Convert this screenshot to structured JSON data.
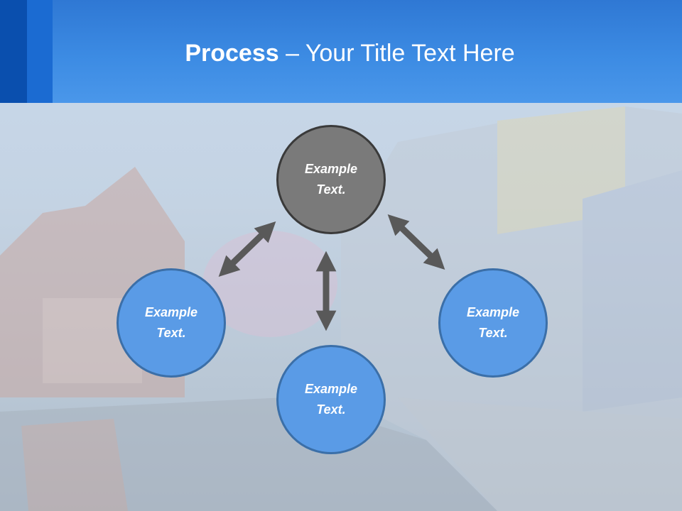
{
  "slide": {
    "title_bold": "Process",
    "title_dash": " – ",
    "title_rest": "Your Title Text Here"
  },
  "diagram": {
    "nodes": [
      {
        "id": "top",
        "label": "Example\nText.",
        "style": "gray"
      },
      {
        "id": "left",
        "label": "Example\nText.",
        "style": "blue"
      },
      {
        "id": "bottom",
        "label": "Example\nText.",
        "style": "blue"
      },
      {
        "id": "right",
        "label": "Example\nText.",
        "style": "blue"
      }
    ],
    "connectors": [
      "top-left",
      "top-bottom",
      "top-right"
    ]
  },
  "colors": {
    "title_bar": "#3c8be3",
    "node_gray": "#7a7a7a",
    "node_blue": "#5a9be6",
    "arrow": "#595959"
  }
}
